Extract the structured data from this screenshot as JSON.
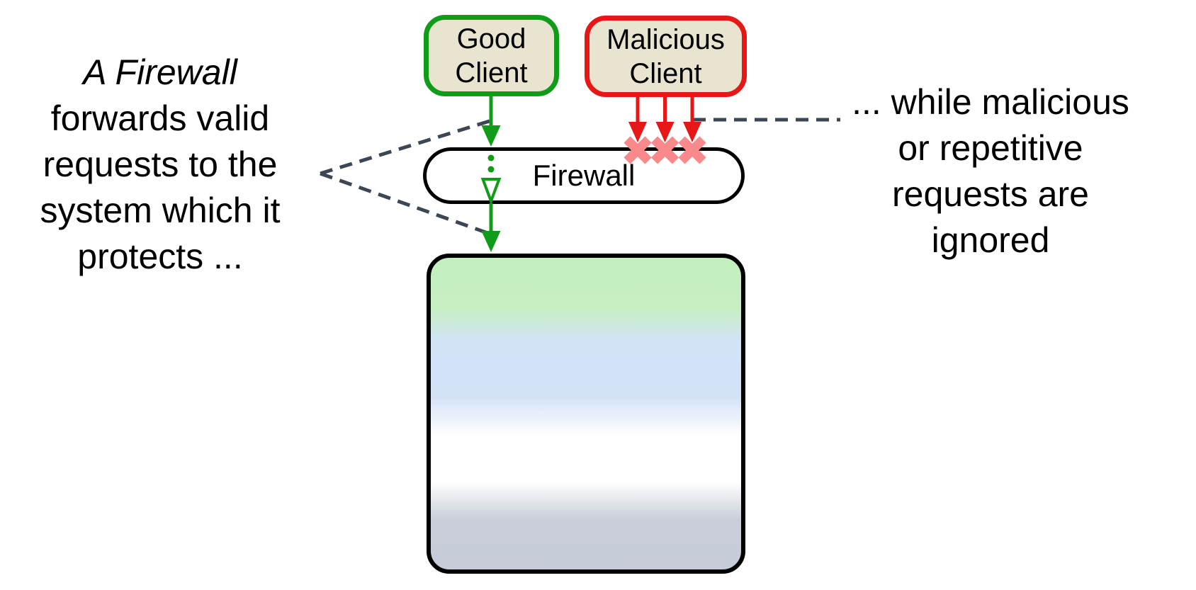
{
  "nodes": {
    "good_client": {
      "label": "Good\nClient"
    },
    "malicious_client": {
      "label": "Malicious\nClient"
    },
    "firewall": {
      "label": "Firewall"
    }
  },
  "captions": {
    "left": {
      "lines": [
        "A Firewall",
        "forwards valid",
        "requests to the",
        "system which it",
        "protects ..."
      ]
    },
    "right": {
      "lines": [
        "... while malicious",
        "or repetitive",
        "requests are",
        "ignored"
      ]
    }
  },
  "colors": {
    "valid_flow_green": "#109c18",
    "malicious_flow_red": "#e51717",
    "blocked_x_salmon": "#f9898a",
    "client_fill_beige": "#e9e4cf",
    "annotation_dash_slate": "#3d4753",
    "system_gradient_top_green": "#c3efbe",
    "system_gradient_blue": "#d3e2f8",
    "system_gradient_white": "#ffffff",
    "system_gradient_bottom_gray": "#c6ccd8"
  }
}
